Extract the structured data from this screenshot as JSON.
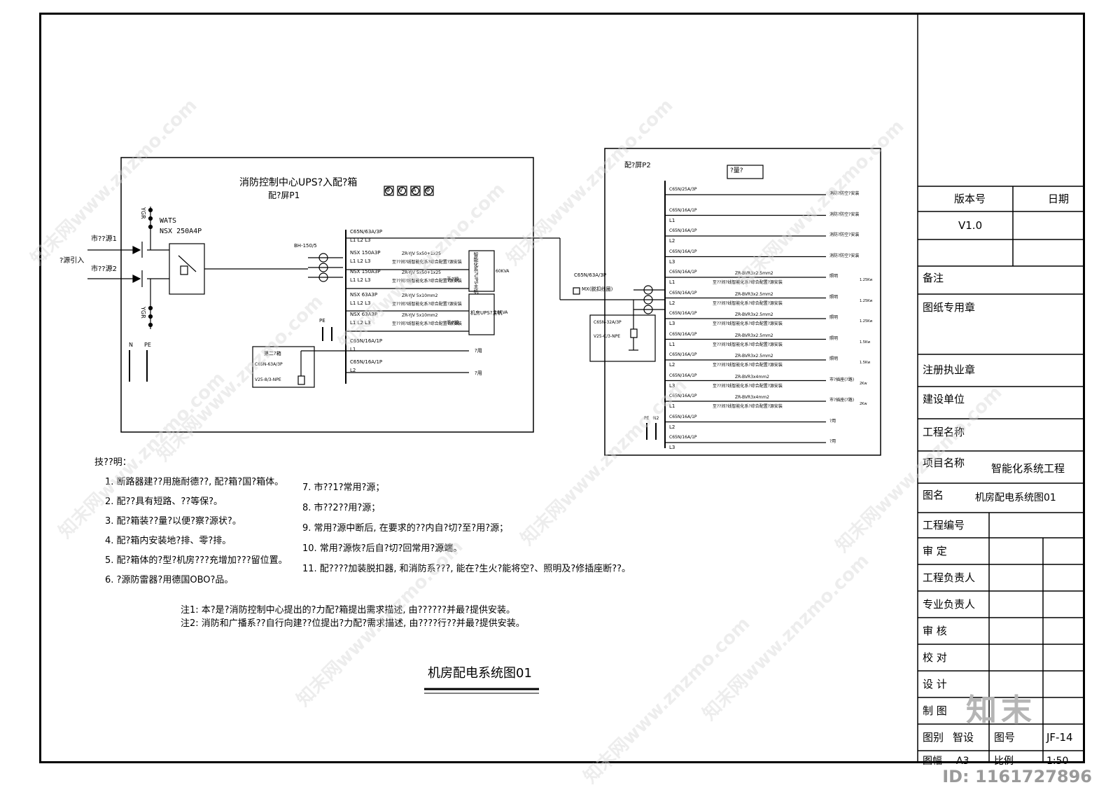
{
  "p1": {
    "title": "消防控制中心UPS?入配?箱",
    "subtitle": "配?屏P1",
    "meters": [
      "Φ",
      "V",
      "A",
      "Φ"
    ],
    "source1": "市??源1",
    "source2": "市??源2",
    "source_in": "?源引入",
    "ygr": "YGR",
    "wats": "WATS",
    "nsx": "NSX 250A4P",
    "bh": "BH-150/5",
    "n": "N",
    "pe": "PE",
    "pe2": "PE",
    "sub_box_title": "第二?箱",
    "sub_box_line1": "C65N-63A/3P",
    "sub_box_line2": "V25-8/3-NPE",
    "branches": [
      {
        "breaker": "C65N/63A/3P",
        "phases": "L1 L2 L3",
        "cable": "",
        "note": ""
      },
      {
        "breaker": "NSX 150A3P",
        "phases": "L1 L2 L3",
        "cable": "ZR-YJV 5x50+1x25",
        "note": "至??间?线智能化系?综合配置?源安装"
      },
      {
        "breaker": "NSX 150A3P",
        "phases": "L1 L2 L3",
        "cable": "ZR-YJV 5x50+1x25",
        "note": "至??间?线智能化系?综合配置?源安装"
      },
      {
        "breaker": "NSX 63A3P",
        "phases": "L1 L2 L3",
        "cable": "ZR-YJV 5x10mm2",
        "note": "至??间?线智能化系?综合配置?源安装"
      },
      {
        "breaker": "NSX 63A3P",
        "phases": "L1 L2 L3",
        "cable": "ZR-YJV 5x10mm2",
        "note": "至??间?线智能化系?综合配置?源安装"
      },
      {
        "breaker": "C65N/16A/1P",
        "phases": "L1",
        "cable": "",
        "note": "?用"
      },
      {
        "breaker": "C65N/16A/1P",
        "phases": "L2",
        "cable": "",
        "note": "?用"
      }
    ],
    "ups1": "智能化系?UPS主机",
    "ups1_kva": "60KVA",
    "ups2": "机房UPS?主机",
    "ups2_kva": "10KVA",
    "hand1": "手?操",
    "hand2": "手?操"
  },
  "p2": {
    "title": "配?屏P2",
    "meter": "?量?",
    "incoming": "C65N/63A/3P",
    "mx": "MX(脱扣线圈)",
    "spd1": "C65N-32A/3P",
    "spd2": "V25-C/3-NPE",
    "pe": "PE",
    "n": "N2",
    "branches": [
      {
        "breaker": "C65N/25A/3P",
        "phase": "",
        "cable": "",
        "note": "",
        "use": "消防?防空?安装",
        "power": ""
      },
      {
        "breaker": "C65N/16A/1P",
        "phase": "L1",
        "cable": "",
        "note": "",
        "use": "消防?防空?安装",
        "power": ""
      },
      {
        "breaker": "C65N/16A/1P",
        "phase": "L2",
        "cable": "",
        "note": "",
        "use": "消防?防空?安装",
        "power": ""
      },
      {
        "breaker": "C65N/16A/1P",
        "phase": "L3",
        "cable": "",
        "note": "",
        "use": "消防?防空?安装",
        "power": ""
      },
      {
        "breaker": "C65N/16A/1P",
        "phase": "L1",
        "cable": "ZR-BVR3x2.5mm2",
        "note": "至??间?线智能化系?综合配置?源安装",
        "use": "照明",
        "power": "1.25Kw"
      },
      {
        "breaker": "C65N/16A/1P",
        "phase": "L2",
        "cable": "ZR-BVR3x2.5mm2",
        "note": "至??间?线智能化系?综合配置?源安装",
        "use": "照明",
        "power": "1.25Kw"
      },
      {
        "breaker": "C65N/16A/1P",
        "phase": "L3",
        "cable": "ZR-BVR3x2.5mm2",
        "note": "至??间?线智能化系?综合配置?源安装",
        "use": "照明",
        "power": "1.25Kw"
      },
      {
        "breaker": "C65N/16A/1P",
        "phase": "L1",
        "cable": "ZR-BVR3x2.5mm2",
        "note": "至??间?线智能化系?综合配置?源安装",
        "use": "照明",
        "power": "1.5Kw"
      },
      {
        "breaker": "C65N/16A/1P",
        "phase": "L2",
        "cable": "ZR-BVR3x2.5mm2",
        "note": "至??间?线智能化系?综合配置?源安装",
        "use": "照明",
        "power": "1.5Kw"
      },
      {
        "breaker": "C65N/16A/1P",
        "phase": "L3",
        "cable": "ZR-BVR3x4mm2",
        "note": "至??间?线智能化系?综合配置?源安装",
        "use": "市?插座(?路)",
        "power": "2Kw"
      },
      {
        "breaker": "C65N/16A/1P",
        "phase": "L1",
        "cable": "ZR-BVR3x4mm2",
        "note": "至??间?线智能化系?综合配置?源安装",
        "use": "市?插座(?路)",
        "power": "2Kw"
      },
      {
        "breaker": "C65N/16A/1P",
        "phase": "L2",
        "cable": "",
        "note": "",
        "use": "?用",
        "power": ""
      },
      {
        "breaker": "C65N/16A/1P",
        "phase": "L3",
        "cable": "",
        "note": "",
        "use": "?用",
        "power": ""
      }
    ]
  },
  "notes": {
    "heading": "技??明：",
    "left": [
      "1. 断路器建??用施耐德??, 配?箱?国?箱体。",
      "2. 配??具有短路、??等保?。",
      "3. 配?箱装??量?以便?察?源状?。",
      "4. 配?箱内安装地?排、零?排。",
      "5. 配?箱体的?型?机房???充增加???留位置。",
      "6. ?源防雷器?用德国OBO?品。"
    ],
    "right": [
      "7. 市??1?常用?源；",
      "8. 市??2??用?源；",
      "9. 常用?源中断后, 在要求的??内自?切?至?用?源；",
      "10. 常用?源恢?后自?切?回常用?源端。",
      "11. 配????加装脱扣器, 和消防系???, 能在?生火?能将空?、照明及?修插座断??。"
    ],
    "note1": "注1: 本?是?消防控制中心提出的?力配?箱提出需求描述, 由??????并最?提供安装。",
    "note2": "注2: 消防和广播系??自行向建??位提出?力配?需求描述, 由????行??并最?提供安装。"
  },
  "drawing_title": "机房配电系统图01",
  "title_block": {
    "version_label": "版本号",
    "date_label": "日期",
    "version": "V1.0",
    "date": "",
    "remarks": "备注",
    "seal": "图纸专用章",
    "reg_seal": "注册执业章",
    "client": "建设单位",
    "project_name_label": "工程名称",
    "item_name_label": "项目名称",
    "item_name": "智能化系统工程",
    "drawing_name_label": "图名",
    "drawing_name": "机房配电系统图01",
    "project_no": "工程编号",
    "approve": "审  定",
    "proj_lead": "工程负责人",
    "spec_lead": "专业负责人",
    "review": "审  核",
    "check": "校  对",
    "design": "设  计",
    "draw": "制  图",
    "category_label": "图别",
    "category": "智设",
    "drawing_no_label": "图号",
    "drawing_no": "JF-14",
    "size_label": "图幅",
    "size": "A3",
    "scale_label": "比例",
    "scale": "1:50"
  },
  "watermark": {
    "text": "知末网www.znzmo.com",
    "logo": "知末",
    "id": "ID: 1161727896"
  }
}
